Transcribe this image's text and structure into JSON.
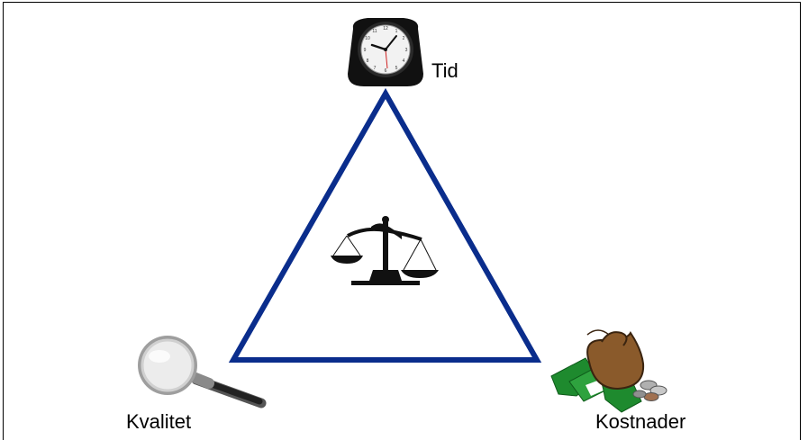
{
  "diagram": {
    "vertices": {
      "top": {
        "label": "Tid",
        "icon": "alarm-clock-icon"
      },
      "bottom_left": {
        "label": "Kvalitet",
        "icon": "magnifying-glass-icon"
      },
      "bottom_right": {
        "label": "Kostnader",
        "icon": "money-bag-icon"
      }
    },
    "center_icon": "balance-scale-icon",
    "colors": {
      "triangle": "#0a2d8c",
      "money": "#1e8a2e",
      "bag": "#8a5a2b"
    }
  }
}
